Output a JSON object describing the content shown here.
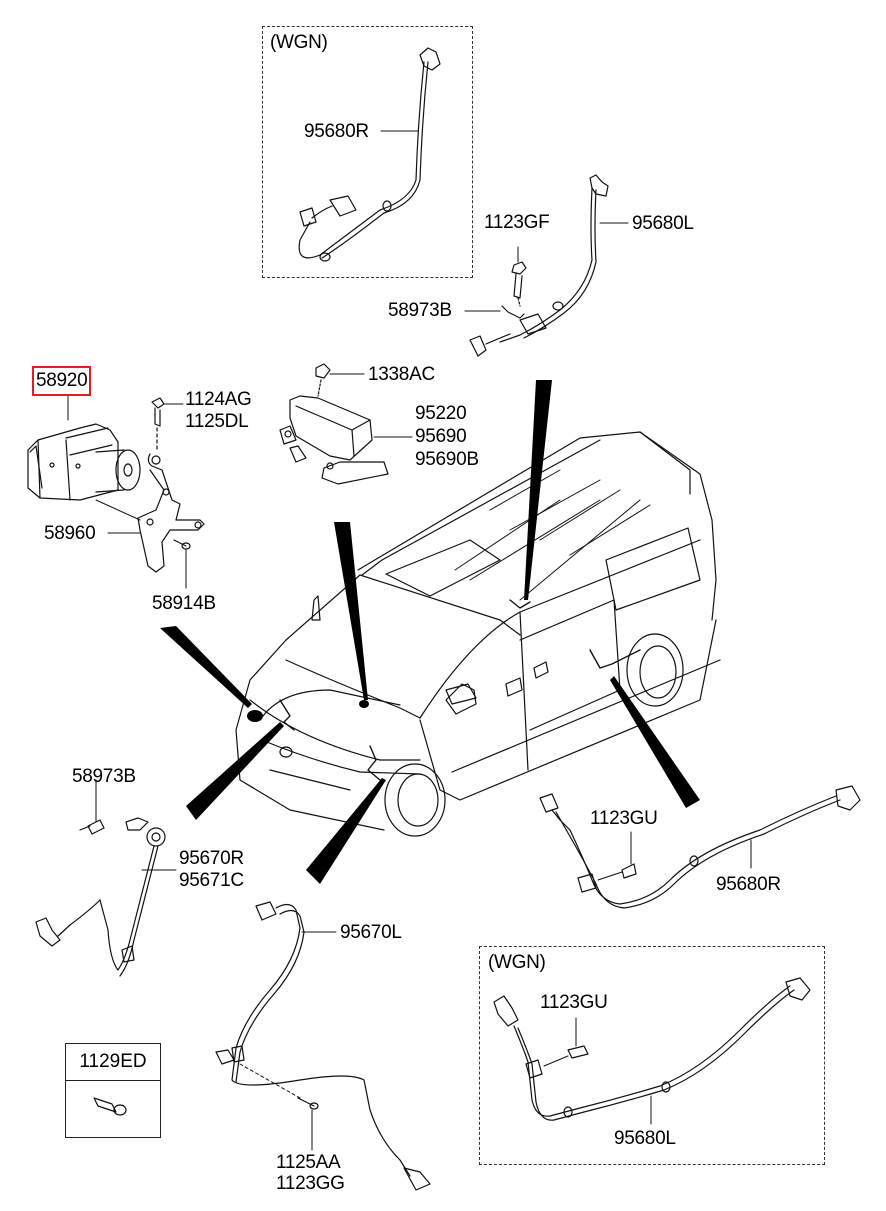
{
  "diagram": {
    "title": "ABS / Wheel Speed Sensor Components",
    "highlight_color": "#e02020",
    "groups": {
      "wgn_top": {
        "tag": "(WGN)",
        "parts": [
          "95680R"
        ]
      },
      "rear_left_sensor": {
        "parts": [
          "1123GF",
          "95680L",
          "58973B"
        ]
      },
      "hecu": {
        "parts": [
          "58920",
          "1124AG",
          "1125DL",
          "58960",
          "58914B"
        ],
        "highlighted": "58920"
      },
      "yaw_sensor": {
        "parts": [
          "1338AC",
          "95220",
          "95690",
          "95690B"
        ]
      },
      "front_right_sensor": {
        "parts": [
          "58973B",
          "95670R",
          "95671C"
        ]
      },
      "rear_right_sensor": {
        "parts": [
          "1123GU",
          "95680R"
        ]
      },
      "front_left_sensor": {
        "parts": [
          "95670L",
          "1125AA",
          "1123GG"
        ]
      },
      "wgn_bottom": {
        "tag": "(WGN)",
        "parts": [
          "1123GU",
          "95680L"
        ]
      },
      "legend_box": {
        "part": "1129ED"
      }
    }
  },
  "labels": {
    "wgn_top_tag": "(WGN)",
    "p95680R_top": "95680R",
    "p1123GF": "1123GF",
    "p95680L_top": "95680L",
    "p58973B_top": "58973B",
    "p58920": "58920",
    "p1124AG": "1124AG",
    "p1125DL": "1125DL",
    "p1338AC": "1338AC",
    "p95220": "95220",
    "p95690": "95690",
    "p95690B": "95690B",
    "p58960": "58960",
    "p58914B": "58914B",
    "p58973B_left": "58973B",
    "p95670R": "95670R",
    "p95671C": "95671C",
    "p1123GU_right": "1123GU",
    "p95680R_right": "95680R",
    "p95670L": "95670L",
    "wgn_bottom_tag": "(WGN)",
    "p1123GU_bottom": "1123GU",
    "p95680L_bottom": "95680L",
    "p1129ED": "1129ED",
    "p1125AA": "1125AA",
    "p1123GG": "1123GG"
  }
}
